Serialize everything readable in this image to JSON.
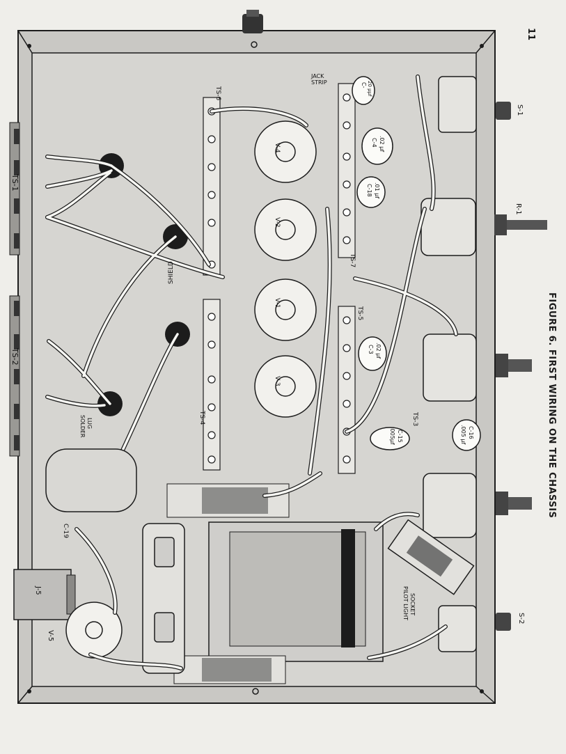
{
  "page": {
    "number": "11"
  },
  "figure": {
    "caption": "FIGURE 6. FIRST WIRING ON THE CHASSIS"
  },
  "labels": {
    "ts1": "TS-1",
    "ts2": "TS-2",
    "ts3": "TS-3",
    "ts4": "TS-4",
    "ts5": "TS-5",
    "ts6": "TS-6",
    "ts7": "TS-7",
    "v1": "V-1",
    "v2": "V-2",
    "v3": "V-3",
    "v4": "V-4",
    "v5": "V-5",
    "s1": "S-1",
    "s2": "S-2",
    "r1": "R-1",
    "j5": "J-5",
    "c3": "C-3",
    "c3v": ".02 µf",
    "c4": "C-4",
    "c4v": ".02 µf",
    "c16": "C-16",
    "c16v": ".005 µf",
    "c15": "C-15",
    "c15v": ".005µf",
    "c18": "C-18",
    "c18v": ".01 µf",
    "c19": "C-19",
    "c_jack": "C-",
    "c_jack_v": "20 µµf",
    "jack_strip_1": "JACK",
    "jack_strip_2": "STRIP",
    "shield": "SHIELD",
    "solder_lug_1": "SOLDER",
    "solder_lug_2": "LUG",
    "pilot_1": "PILOT LIGHT",
    "pilot_2": "SOCKET"
  },
  "colors": {
    "paper": "#efeeea",
    "chassis": "#d6d5d1",
    "ink": "#1c1c1c",
    "wire": "#f7f7f3"
  }
}
